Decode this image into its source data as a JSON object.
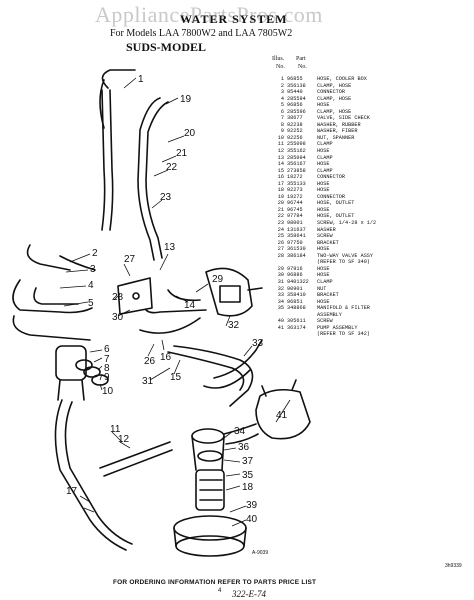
{
  "watermark": "AppliancePartsPros.com",
  "title": "WATER SYSTEM",
  "subtitle": "For Models LAA 7800W2 and LAA 7805W2",
  "model_label": "SUDS-MODEL",
  "table_header": {
    "illus": "Illus.",
    "no": "No.",
    "part": "Part",
    "part_no": "No."
  },
  "parts": [
    {
      "illus": "1",
      "part_no": "96855",
      "desc": "HOSE, COOLER BOX"
    },
    {
      "illus": "2",
      "part_no": "356138",
      "desc": "CLAMP, HOSE"
    },
    {
      "illus": "3",
      "part_no": "95440",
      "desc": "CONNECTOR"
    },
    {
      "illus": "4",
      "part_no": "285594",
      "desc": "CLAMP, HOSE"
    },
    {
      "illus": "5",
      "part_no": "96856",
      "desc": "HOSE"
    },
    {
      "illus": "6",
      "part_no": "285596",
      "desc": "CLAMP, HOSE"
    },
    {
      "illus": "7",
      "part_no": "38677",
      "desc": "VALVE, SIDE CHECK"
    },
    {
      "illus": "8",
      "part_no": "92238",
      "desc": "WASHER, RUBBER"
    },
    {
      "illus": "9",
      "part_no": "92252",
      "desc": "WASHER, FIBER"
    },
    {
      "illus": "10",
      "part_no": "92256",
      "desc": "NUT, SPANNER"
    },
    {
      "illus": "11",
      "part_no": "255098",
      "desc": "CLAMP"
    },
    {
      "illus": "12",
      "part_no": "355162",
      "desc": "HOSE"
    },
    {
      "illus": "13",
      "part_no": "285094",
      "desc": "CLAMP"
    },
    {
      "illus": "14",
      "part_no": "356167",
      "desc": "HOSE"
    },
    {
      "illus": "15",
      "part_no": "273858",
      "desc": "CLAMP"
    },
    {
      "illus": "16",
      "part_no": "18272",
      "desc": "CONNECTOR"
    },
    {
      "illus": "17",
      "part_no": "355133",
      "desc": "HOSE"
    },
    {
      "illus": "18",
      "part_no": "92273",
      "desc": "HOSE"
    },
    {
      "illus": "19",
      "part_no": "18272",
      "desc": "CONNECTOR"
    },
    {
      "illus": "20",
      "part_no": "96744",
      "desc": "HOSE, OUTLET"
    },
    {
      "illus": "21",
      "part_no": "96745",
      "desc": "HOSE"
    },
    {
      "illus": "22",
      "part_no": "97784",
      "desc": "HOSE, OUTLET"
    },
    {
      "illus": "23",
      "part_no": "98001",
      "desc": "SCREW, 1/4-28 x 1/2"
    },
    {
      "illus": "24",
      "part_no": "131637",
      "desc": "WASHER"
    },
    {
      "illus": "25",
      "part_no": "358641",
      "desc": "SCREW"
    },
    {
      "illus": "26",
      "part_no": "97750",
      "desc": "BRACKET"
    },
    {
      "illus": "27",
      "part_no": "361530",
      "desc": "HOSE"
    },
    {
      "illus": "28",
      "part_no": "386184",
      "desc": "TWO-WAY VALVE ASSY"
    },
    {
      "illus": "",
      "part_no": "",
      "desc": "(REFER TO SF 340)"
    },
    {
      "illus": "29",
      "part_no": "97916",
      "desc": "HOSE"
    },
    {
      "illus": "30",
      "part_no": "96886",
      "desc": "HOSE"
    },
    {
      "illus": "31",
      "part_no": "9401322",
      "desc": "CLAMP"
    },
    {
      "illus": "32",
      "part_no": "90901",
      "desc": "NUT"
    },
    {
      "illus": "33",
      "part_no": "358410",
      "desc": "BRACKET"
    },
    {
      "illus": "34",
      "part_no": "96851",
      "desc": "HOSE"
    },
    {
      "illus": "35",
      "part_no": "348868",
      "desc": "MANIFOLD & FILTER"
    },
    {
      "illus": "",
      "part_no": "",
      "desc": "ASSEMBLY"
    },
    {
      "illus": "40",
      "part_no": "305611",
      "desc": "SCREW"
    },
    {
      "illus": "41",
      "part_no": "363174",
      "desc": "PUMP ASSEMBLY"
    },
    {
      "illus": "",
      "part_no": "",
      "desc": "(REFER TO SF 342)"
    }
  ],
  "callouts": [
    "1",
    "19",
    "20",
    "21",
    "22",
    "23",
    "27",
    "28",
    "2",
    "3",
    "4",
    "5",
    "13",
    "14",
    "29",
    "30",
    "32",
    "33",
    "6",
    "7",
    "8",
    "9",
    "10",
    "26",
    "16",
    "15",
    "31",
    "11",
    "12",
    "41",
    "34",
    "36",
    "37",
    "35",
    "18",
    "17",
    "39",
    "40",
    "A-9039"
  ],
  "footer": "FOR ORDERING INFORMATION REFER TO PARTS PRICE LIST",
  "page_number": "4",
  "handwritten": "322-E-74",
  "catalog_code": "3h9339"
}
